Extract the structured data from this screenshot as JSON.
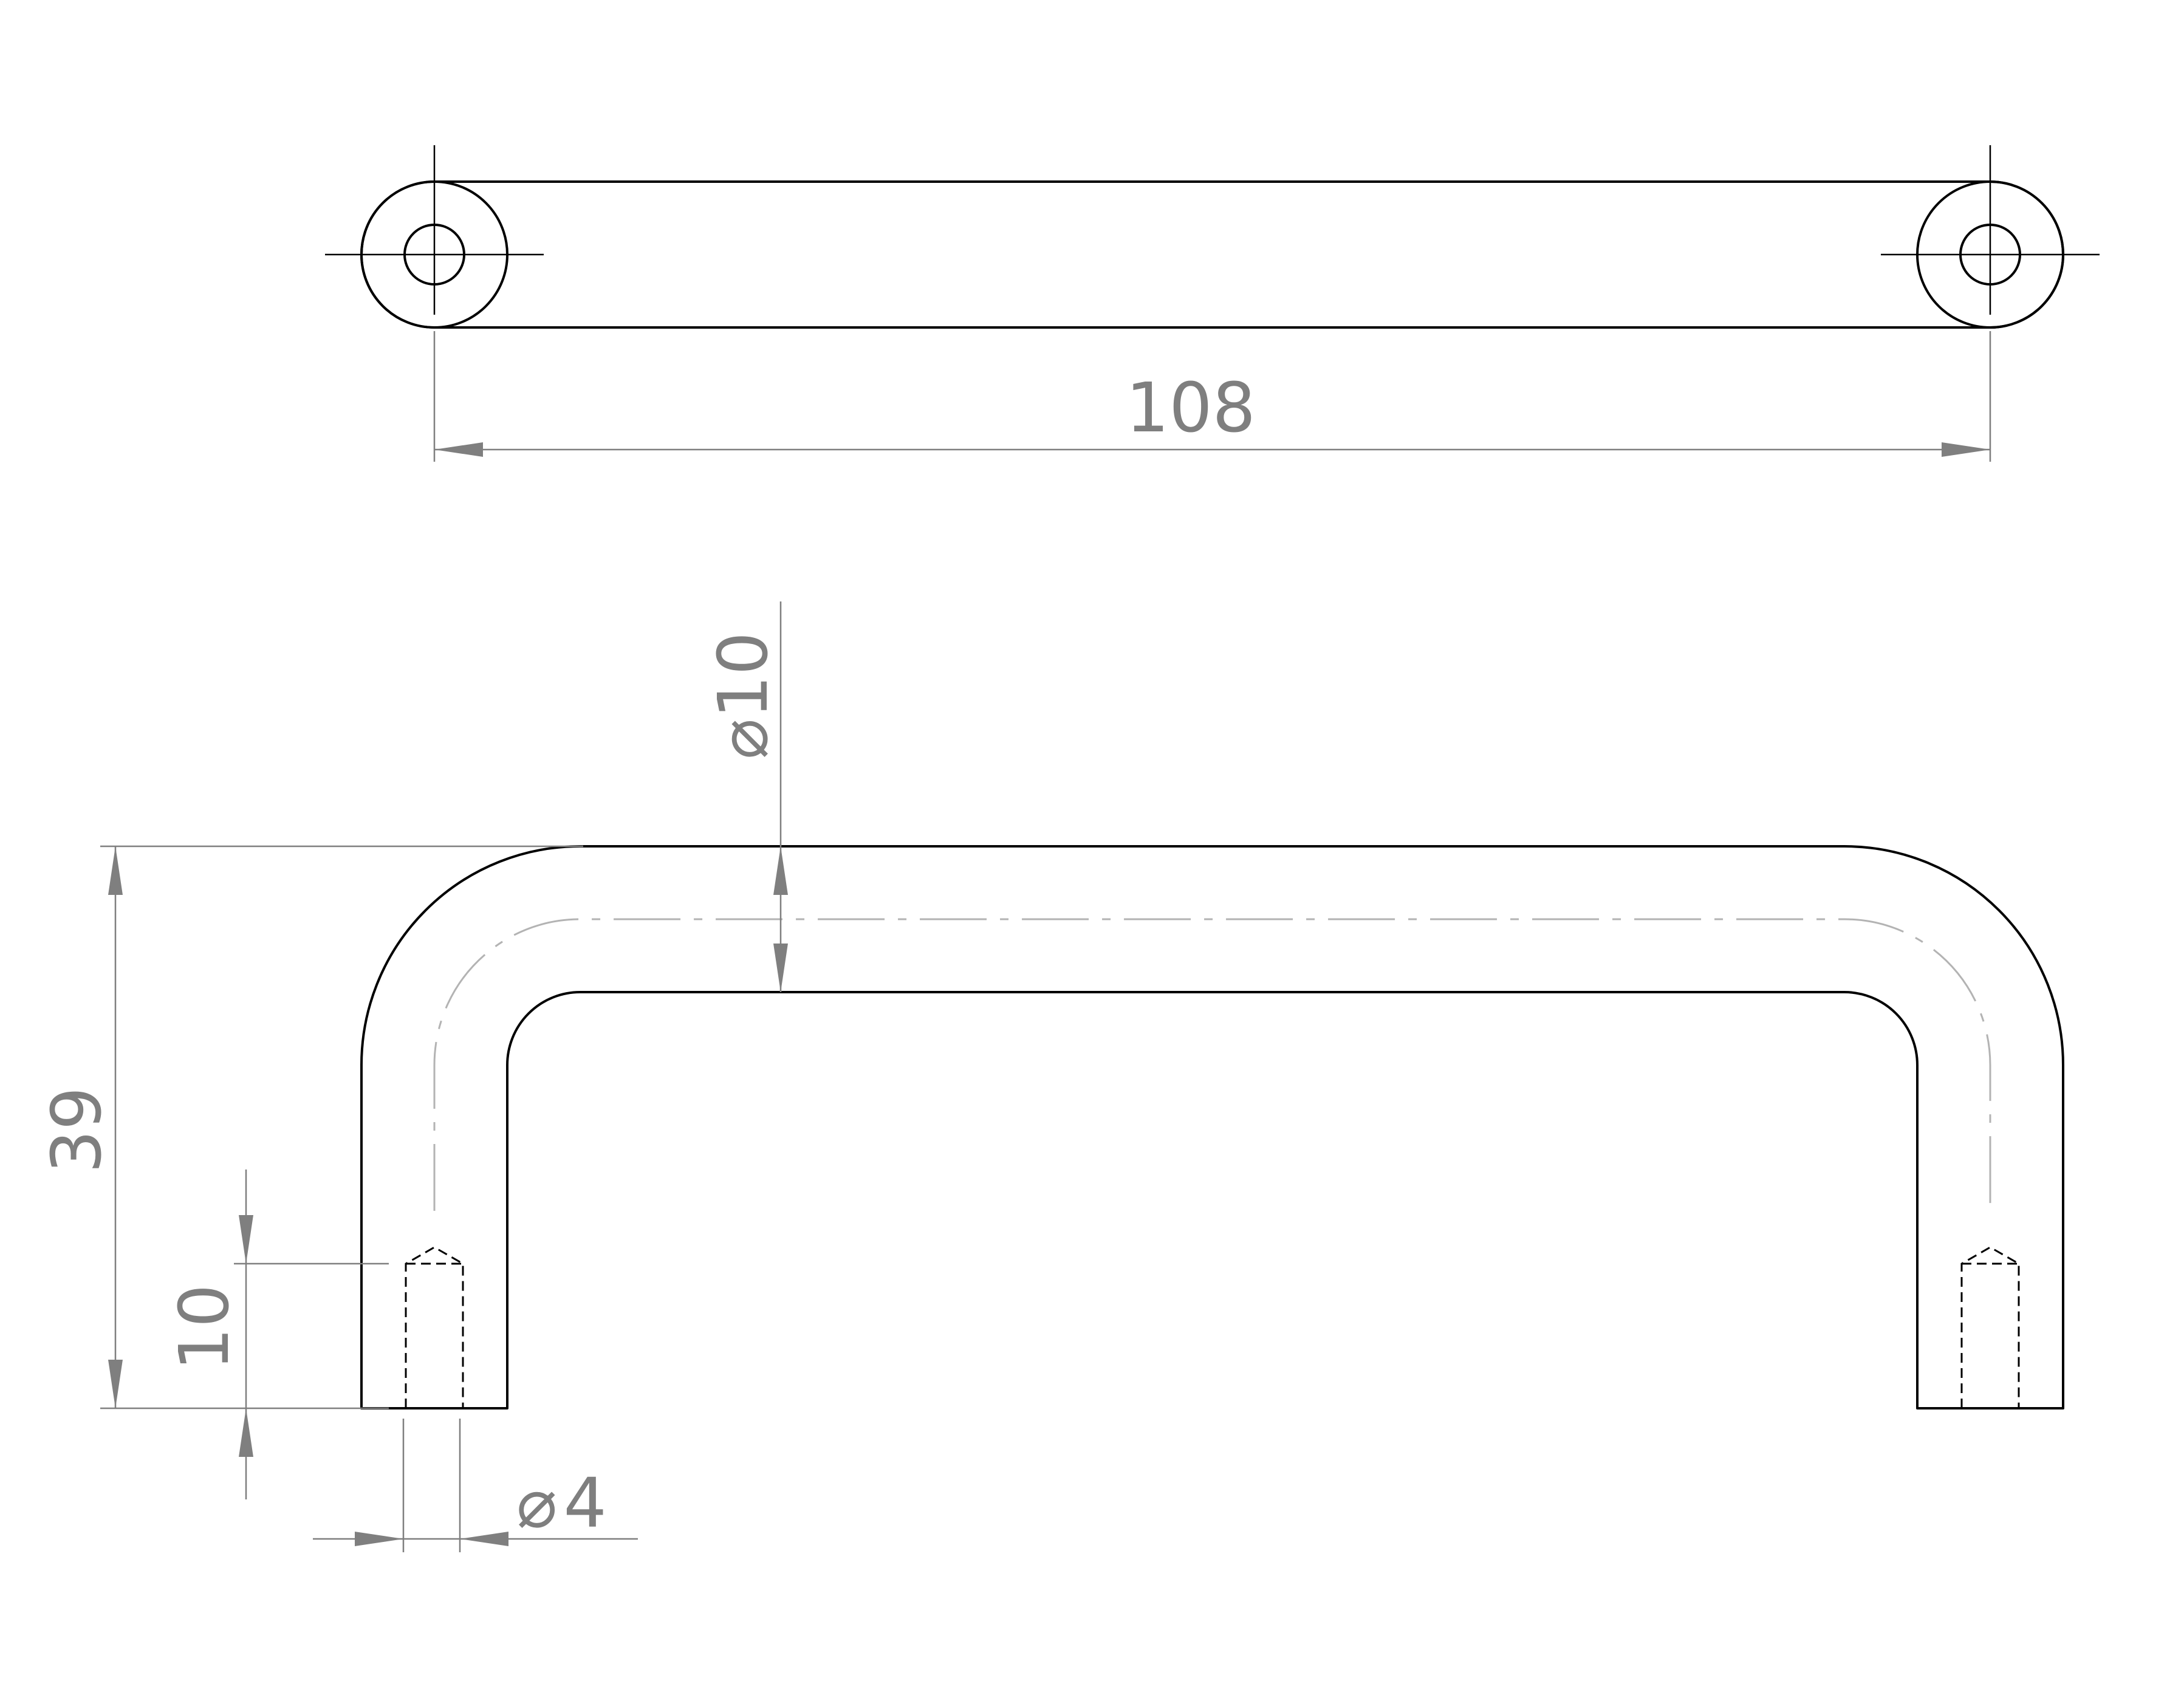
{
  "dimensions": {
    "length": "108",
    "height": "39",
    "bar_diameter": "10",
    "thread_depth": "10",
    "thread_diameter": "4"
  },
  "symbols": {
    "diameter": "⌀"
  }
}
